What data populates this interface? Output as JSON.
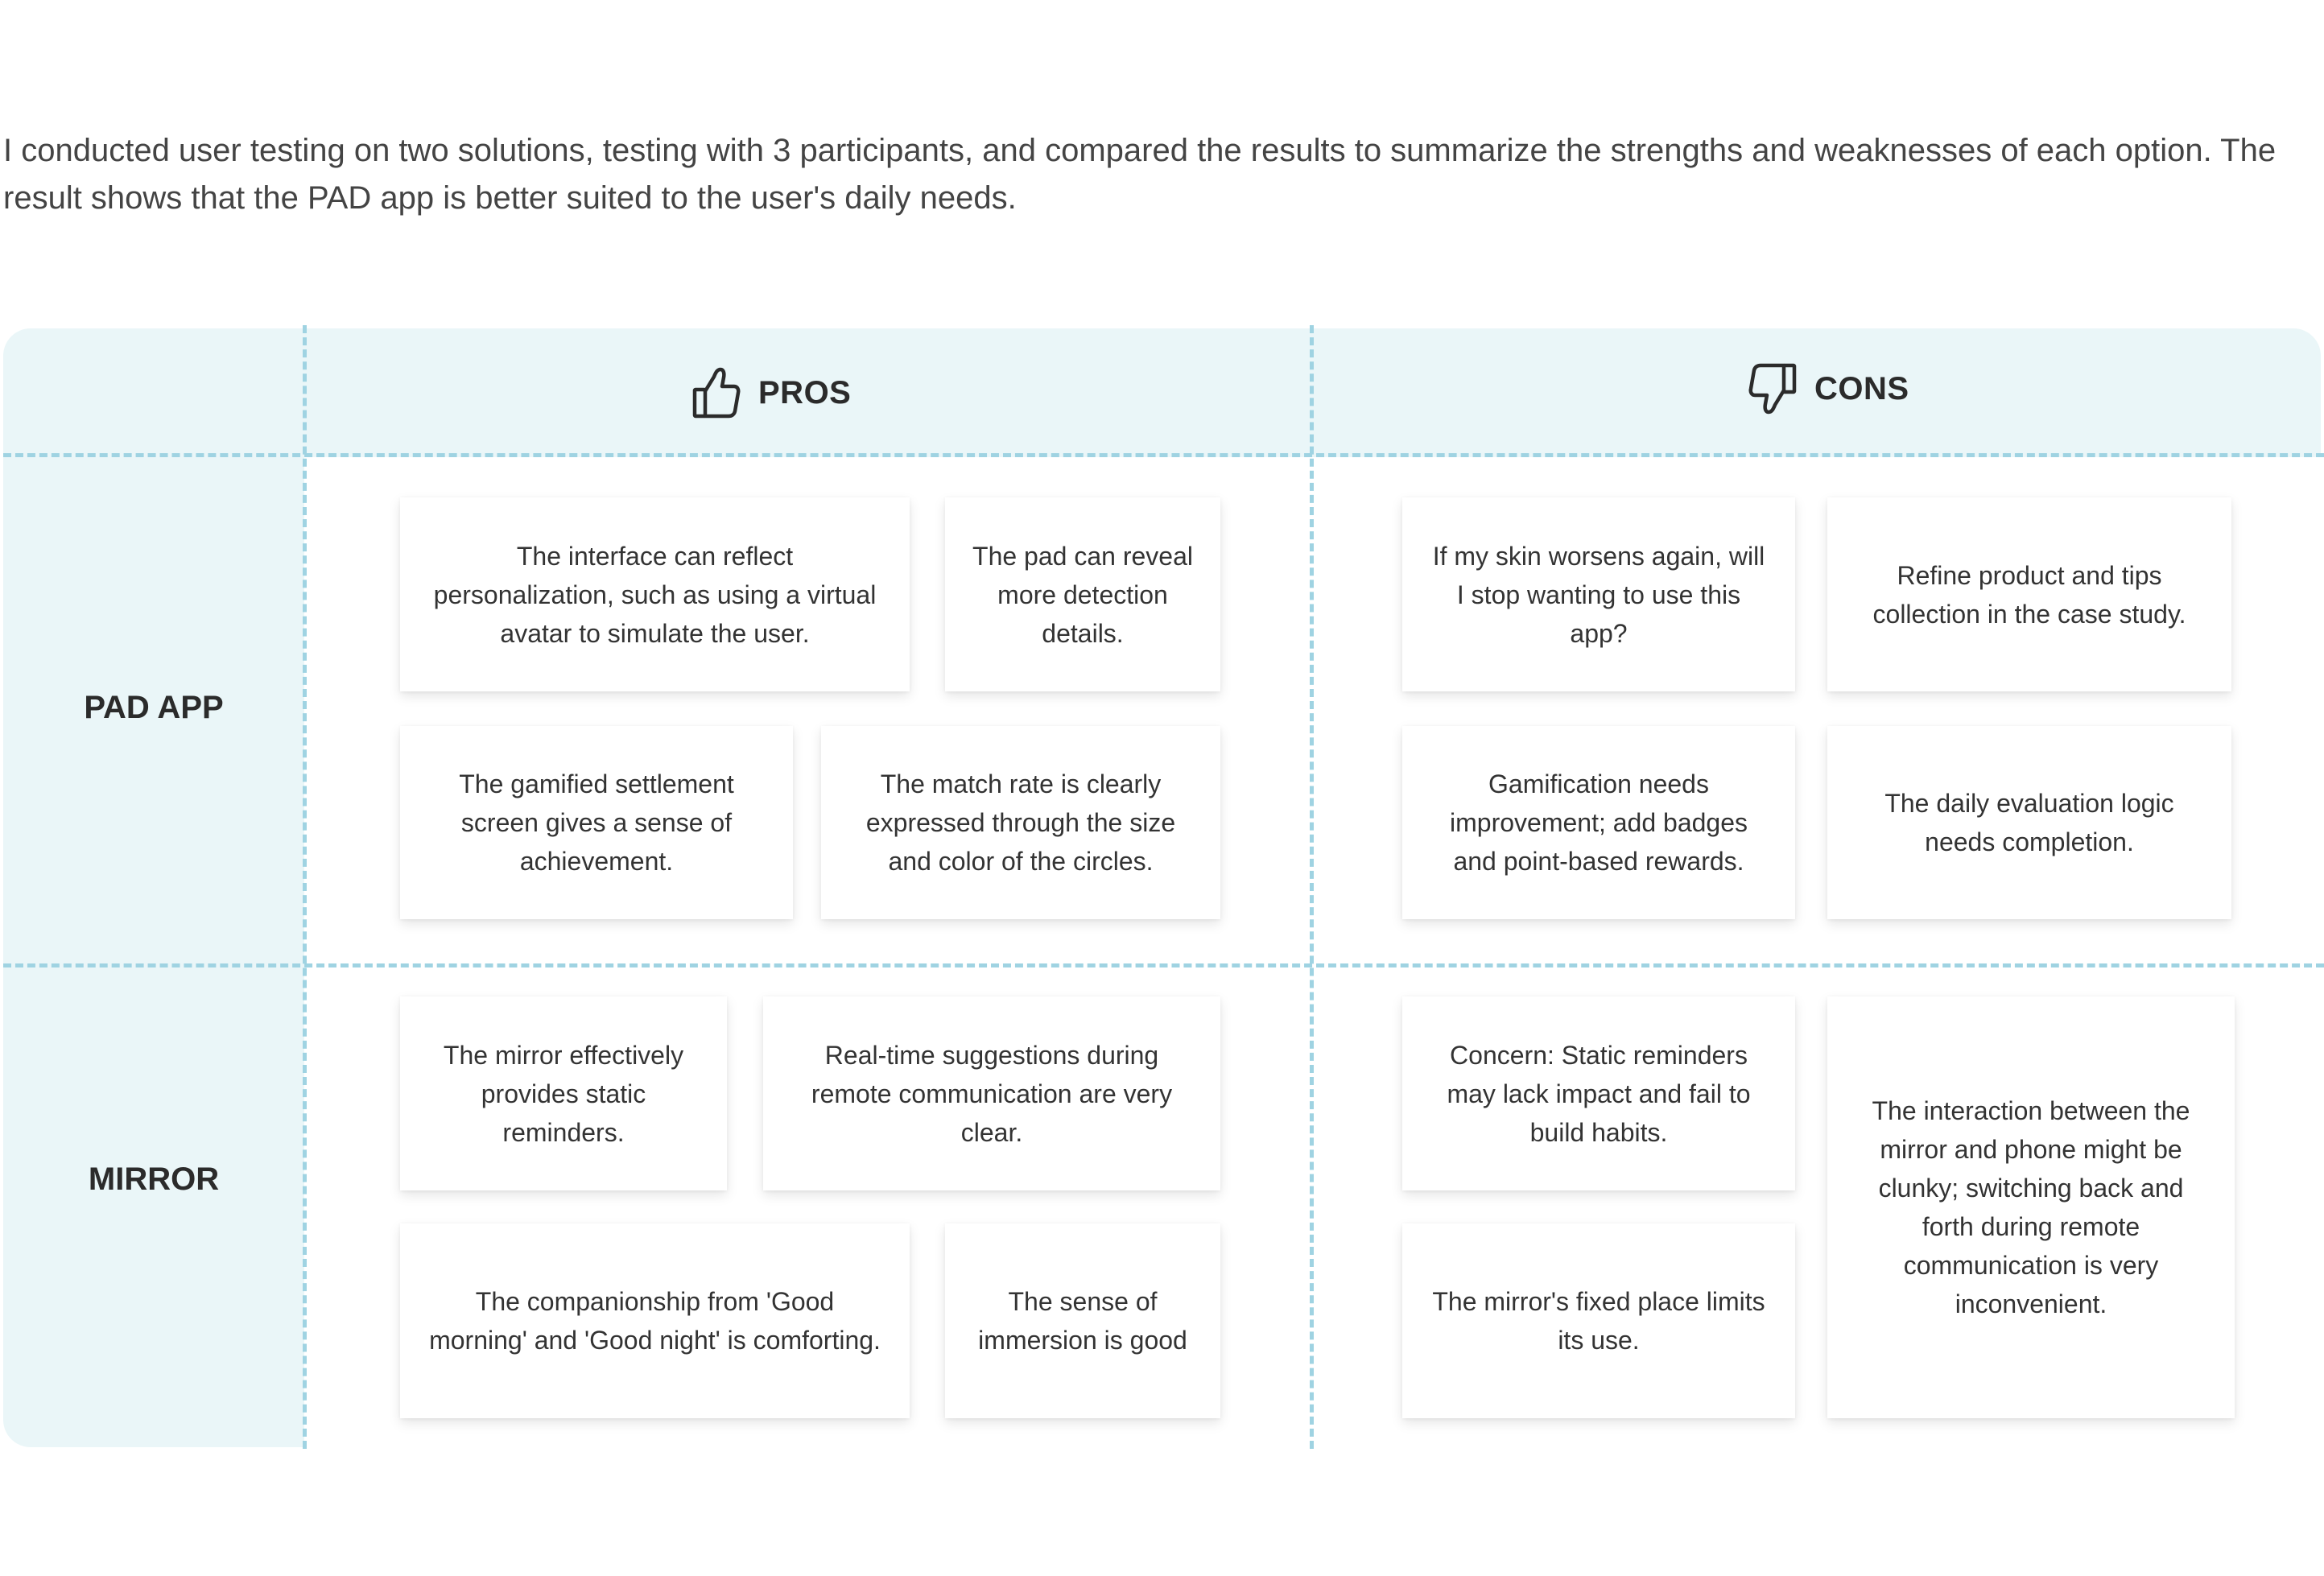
{
  "intro": "I conducted user testing on two solutions, testing with 3 participants, and compared the results to summarize the strengths and weaknesses of each option. The result shows that the PAD app is better suited to the user's daily needs.",
  "columns": {
    "pros": {
      "label": "PROS",
      "icon": "thumbs-up-icon"
    },
    "cons": {
      "label": "CONS",
      "icon": "thumbs-down-icon"
    }
  },
  "rows": {
    "pad_app": {
      "label": "PAD APP",
      "pros": [
        "The interface can reflect personalization, such as using a virtual avatar to simulate the user.",
        "The pad can reveal more detection details.",
        "The gamified settlement screen gives a sense of achievement.",
        "The match rate is clearly expressed through the size and color of the circles."
      ],
      "cons": [
        "If my skin worsens again, will I stop wanting to use this app?",
        "Refine product and tips collection in the case study.",
        "Gamification needs improvement; add badges and point-based rewards.",
        "The daily evaluation logic needs completion."
      ]
    },
    "mirror": {
      "label": "MIRROR",
      "pros": [
        "The mirror effectively provides static reminders.",
        "Real-time suggestions during remote communication are very clear.",
        "The companionship from 'Good morning' and 'Good night' is comforting.",
        "The sense of immersion is good"
      ],
      "cons": [
        "Concern: Static reminders may lack impact and fail to build habits.",
        "The interaction between the mirror and phone might be clunky; switching back and forth during remote communication is very inconvenient.",
        "The mirror's fixed place limits its use."
      ]
    }
  },
  "colors": {
    "panel": "#eaf6f8",
    "divider": "#9fd3e2",
    "text": "#333333"
  }
}
